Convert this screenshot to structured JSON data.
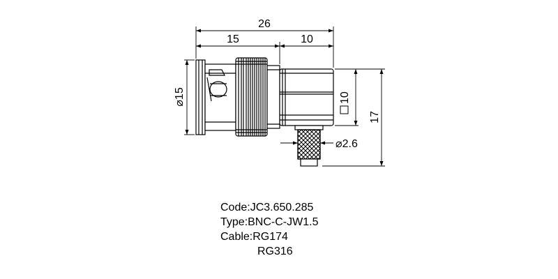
{
  "dimensions": {
    "overall_length": "26",
    "body_length": "15",
    "elbow_length": "10",
    "body_diameter": "15",
    "body_diameter_symbol": "⌀",
    "square_size": "10",
    "elbow_height": "17",
    "cable_diameter": "2.6",
    "cable_diameter_symbol": "⌀"
  },
  "specs": {
    "code": "Code:JC3.650.285",
    "type": "Type:BNC-C-JW1.5",
    "cable": "Cable:RG174",
    "cable_alt": "RG316"
  },
  "colors": {
    "line": "#000000",
    "background": "#ffffff"
  }
}
